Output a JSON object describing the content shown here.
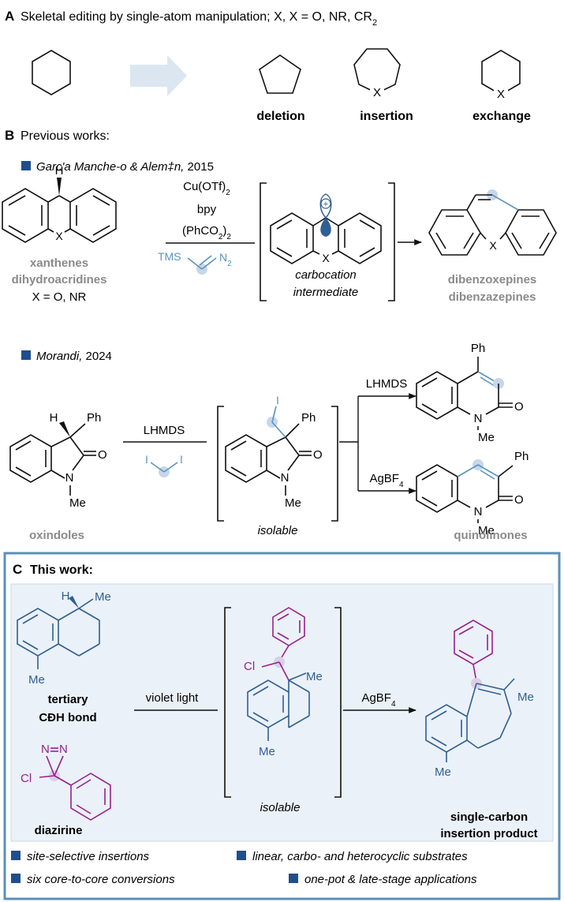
{
  "colors": {
    "blue": "#2f5f94",
    "light_blue": "#5a93bd",
    "gray": "#8a8a8a",
    "purple": "#9b1e8f",
    "highlight": "#c7d7ea",
    "panel_border": "#5b8fb9",
    "panel_fill": "#ebf1f8",
    "arrow_fill": "#dbe6f1",
    "bullet": "#1f4e8c"
  },
  "section_a": {
    "letter": "A",
    "title_prefix": "Skeletal editing by single-atom manipulation; X, X = O, NR, CR",
    "title_sub": "2",
    "x_label": "X",
    "deletion": "deletion",
    "insertion": "insertion",
    "exchange": "exchange"
  },
  "section_b": {
    "letter": "B",
    "title": "Previous works:",
    "work1": {
      "authors": "Garc'a Manche-o  & Alem‡n,",
      "year": " 2015",
      "h_label": "H",
      "x_label": "X",
      "reagent1_main": "Cu(OTf)",
      "reagent1_sub": "2",
      "reagent2": "bpy",
      "reagent3_main": "(PhCO",
      "reagent3_sub1": "2",
      "reagent3_close": ")",
      "reagent3_sub2": "2",
      "tms": "TMS",
      "n2_main": "N",
      "n2_sub": "2",
      "plus": "+",
      "intermediate_line1": "carbocation",
      "intermediate_line2": "intermediate",
      "substrate1": "xanthenes",
      "substrate2": "dihydroacridines",
      "substrate3": "X = O, NR",
      "product1": "dibenzoxepines",
      "product2": "dibenzazepines"
    },
    "work2": {
      "authors": "Morandi,",
      "year": " 2024",
      "h_label": "H",
      "ph": "Ph",
      "o": "O",
      "n": "N",
      "me": "Me",
      "i": "I",
      "reagent": "LHMDS",
      "isolable": "isolable",
      "top_reagent": "LHMDS",
      "bottom_reagent_main": "AgBF",
      "bottom_reagent_sub": "4",
      "substrate": "oxindoles",
      "product": "quinolinones"
    }
  },
  "section_c": {
    "letter": "C",
    "title": "This work:",
    "h_label": "H",
    "me": "Me",
    "cl": "Cl",
    "n": "N",
    "substrate_line1": "tertiary",
    "substrate_line2": "CÐH  bond",
    "diazirine": "diazirine",
    "reagent1": "violet light",
    "isolable": "isolable",
    "reagent2_main": "AgBF",
    "reagent2_sub": "4",
    "product_line1": "single-carbon",
    "product_line2": "insertion product",
    "bullets": [
      "site-selective insertions",
      "linear, carbo- and heterocyclic substrates",
      "six core-to-core conversions",
      "one-pot & late-stage applications"
    ]
  }
}
